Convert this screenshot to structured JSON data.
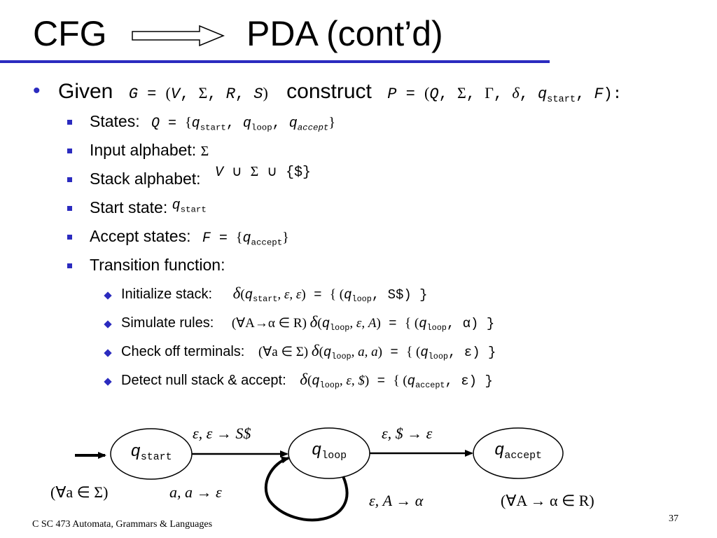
{
  "slide": {
    "title_left": "CFG",
    "title_right": "PDA (cont’d)",
    "footer": "C SC 473 Automata, Grammars & Languages",
    "page_number": "37"
  },
  "given": {
    "given_word": "Given",
    "grammar": {
      "lhs": "G",
      "eq": "=",
      "open": "(",
      "V": "V",
      "Sigma": "Σ",
      "R": "R",
      "S": "S",
      "close": ")",
      "sep": ","
    },
    "construct_word": "construct",
    "pda": {
      "lhs": "P",
      "eq": "=",
      "open": "(",
      "Q": "Q",
      "Sigma": "Σ",
      "Gamma": "Γ",
      "delta": "δ",
      "q": "q",
      "q_sub": "start",
      "F": "F",
      "close": "):",
      "sep": ","
    }
  },
  "items": {
    "states": {
      "label": "States:",
      "lhs": "Q",
      "eq": "=",
      "open": "{",
      "q": "q",
      "sub1": "start",
      "sub2": "loop",
      "sub3": "accept",
      "sep": ",",
      "close": "}"
    },
    "input_alphabet": {
      "label": "Input alphabet:",
      "symbol": "Σ"
    },
    "stack_alphabet": {
      "label": "Stack alphabet:",
      "V": "V",
      "union": "∪",
      "Sigma": "Σ",
      "set": "{$}"
    },
    "start_state": {
      "label": "Start state:",
      "q": "q",
      "sub": "start"
    },
    "accept_states": {
      "label": "Accept states:",
      "lhs": "F",
      "eq": "=",
      "open": "{",
      "q": "q",
      "sub": "accept",
      "close": "}"
    },
    "transition_function": {
      "label": "Transition function:"
    }
  },
  "transitions": [
    {
      "label": "Initialize stack:",
      "lead": "",
      "lhs_state": "start",
      "args": ", ε, ε",
      "eq": "=",
      "rhs_open": "{ (",
      "rhs_state": "loop",
      "rhs_rest": ", S$) }"
    },
    {
      "label": "Simulate rules:",
      "lead": "(∀A→α ∈ R) ",
      "lhs_state": "loop",
      "args": ", ε, A",
      "eq": "=",
      "rhs_open": "{ (",
      "rhs_state": "loop",
      "rhs_rest": ", α) }"
    },
    {
      "label": "Check off terminals:",
      "lead": "(∀a ∈ Σ) ",
      "lhs_state": "loop",
      "args": ", a, a",
      "eq": "=",
      "rhs_open": "{ (",
      "rhs_state": "loop",
      "rhs_rest": ", ε) }"
    },
    {
      "label": "Detect null stack & accept:",
      "lead": "",
      "lhs_state": "loop",
      "args": ", ε, $",
      "eq": "=",
      "rhs_open": "{ (",
      "rhs_state": "accept",
      "rhs_rest": ", ε) }"
    }
  ],
  "diagram": {
    "states": [
      {
        "q": "q",
        "sub": "start"
      },
      {
        "q": "q",
        "sub": "loop"
      },
      {
        "q": "q",
        "sub": "accept"
      }
    ],
    "edge_labels": {
      "start_to_loop": "ε, ε → S$",
      "loop_to_accept": "ε, $ → ε",
      "self_loop_a": "a, a → ε",
      "self_loop_A": "ε, A → α",
      "cond_a": "(∀a ∈ Σ)",
      "cond_A": "(∀A → α ∈ R)"
    }
  },
  "colors": {
    "accent": "#2b2bbf",
    "text": "#000000"
  }
}
